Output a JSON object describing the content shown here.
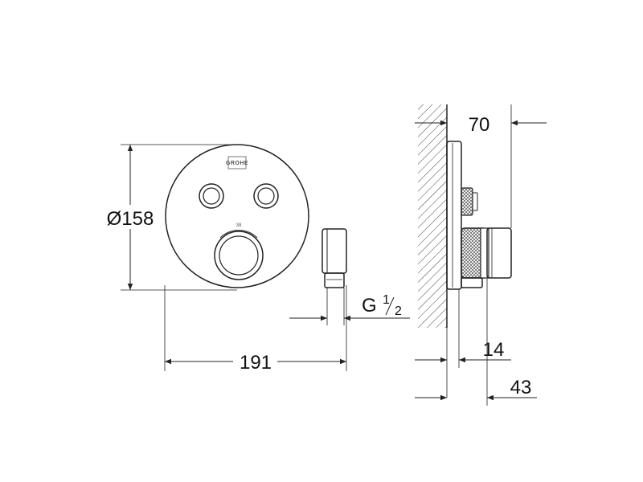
{
  "brand_logo": {
    "text": "GROHE"
  },
  "dimensions": {
    "diameter": "Ø158",
    "width": "191",
    "thread_main": "G",
    "thread_num": "1",
    "thread_den": "2",
    "depth_total": "70",
    "depth_plate": "14",
    "depth_outlet": "43"
  },
  "colors": {
    "line": "#222222",
    "background": "#ffffff"
  }
}
